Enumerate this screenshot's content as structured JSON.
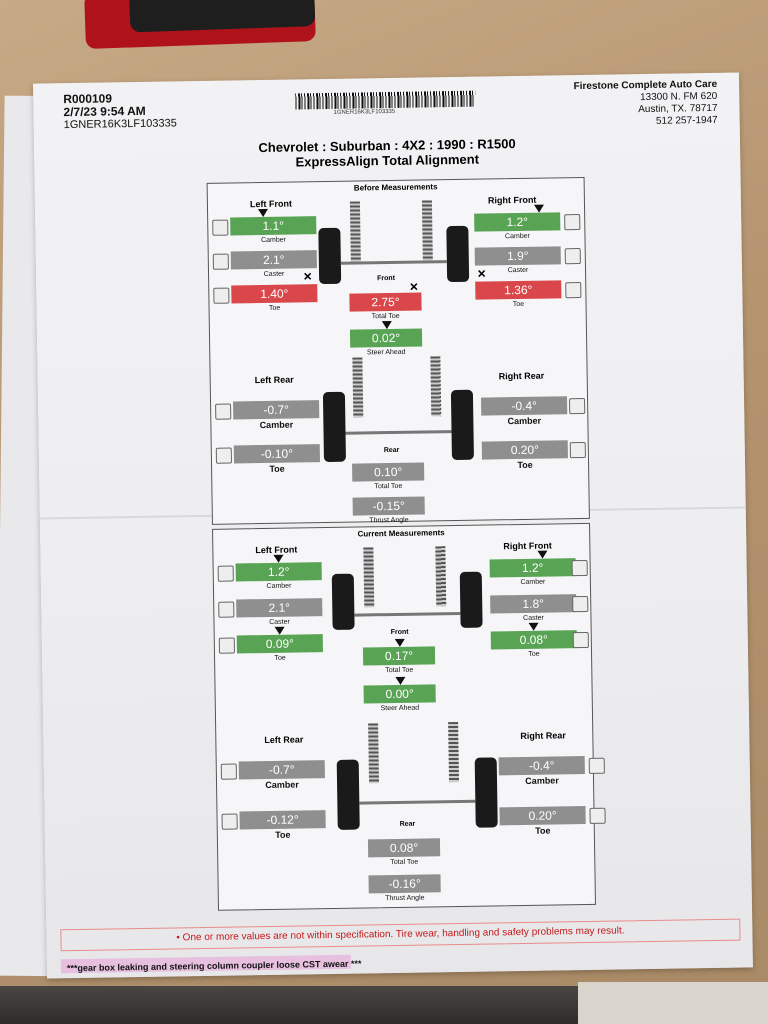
{
  "doc": {
    "ro_number": "R000109",
    "datetime": "2/7/23 9:54 AM",
    "vin": "1GNER16K3LF103335",
    "barcode_text": "1GNER16K3LF103335",
    "shop": {
      "name": "Firestone Complete Auto Care",
      "address1": "13300 N. FM 620",
      "address2": "Austin, TX. 78717",
      "phone": "512 257-1947"
    },
    "vehicle": "Chevrolet : Suburban : 4X2 : 1990 : R1500",
    "service": "ExpressAlign Total Alignment"
  },
  "before": {
    "title": "Before Measurements",
    "left_front": {
      "label": "Left Front",
      "camber": "1.1°",
      "caster": "2.1°",
      "toe": "1.40°",
      "caster_lbl": "Caster",
      "camber_lbl": "Camber",
      "toe_lbl": "Toe"
    },
    "right_front": {
      "label": "Right Front",
      "camber": "1.2°",
      "caster": "1.9°",
      "toe": "1.36°",
      "caster_lbl": "Caster",
      "camber_lbl": "Camber",
      "toe_lbl": "Toe"
    },
    "front_label": "Front",
    "total_toe_front": "2.75°",
    "total_toe_lbl": "Total Toe",
    "steer_ahead": "0.02°",
    "steer_ahead_lbl": "Steer Ahead",
    "left_rear": {
      "label": "Left Rear",
      "camber": "-0.7°",
      "toe": "-0.10°",
      "camber_lbl": "Camber",
      "toe_lbl": "Toe"
    },
    "right_rear": {
      "label": "Right Rear",
      "camber": "-0.4°",
      "toe": "0.20°",
      "camber_lbl": "Camber",
      "toe_lbl": "Toe"
    },
    "rear_label": "Rear",
    "total_toe_rear": "0.10°",
    "thrust_angle": "-0.15°",
    "thrust_lbl": "Thrust Angle"
  },
  "current": {
    "title": "Current Measurements",
    "left_front": {
      "label": "Left Front",
      "camber": "1.2°",
      "caster": "2.1°",
      "toe": "0.09°",
      "caster_lbl": "Caster",
      "camber_lbl": "Camber",
      "toe_lbl": "Toe"
    },
    "right_front": {
      "label": "Right Front",
      "camber": "1.2°",
      "caster": "1.8°",
      "toe": "0.08°",
      "caster_lbl": "Caster",
      "camber_lbl": "Camber",
      "toe_lbl": "Toe"
    },
    "front_label": "Front",
    "total_toe_front": "0.17°",
    "total_toe_lbl": "Total Toe",
    "steer_ahead": "0.00°",
    "steer_ahead_lbl": "Steer Ahead",
    "left_rear": {
      "label": "Left Rear",
      "camber": "-0.7°",
      "toe": "-0.12°",
      "camber_lbl": "Camber",
      "toe_lbl": "Toe"
    },
    "right_rear": {
      "label": "Right Rear",
      "camber": "-0.4°",
      "toe": "0.20°",
      "camber_lbl": "Camber",
      "toe_lbl": "Toe"
    },
    "rear_label": "Rear",
    "total_toe_rear": "0.08°",
    "thrust_angle": "-0.16°",
    "thrust_lbl": "Thrust Angle"
  },
  "footer": {
    "warning": "• One or more values are not within specification. Tire wear, handling and safety problems may result.",
    "note": "***gear box leaking and steering column coupler loose CST awear ***"
  },
  "colors": {
    "in_spec": "#58a454",
    "out_spec": "#d9474a",
    "no_spec": "#8f8f8f"
  }
}
